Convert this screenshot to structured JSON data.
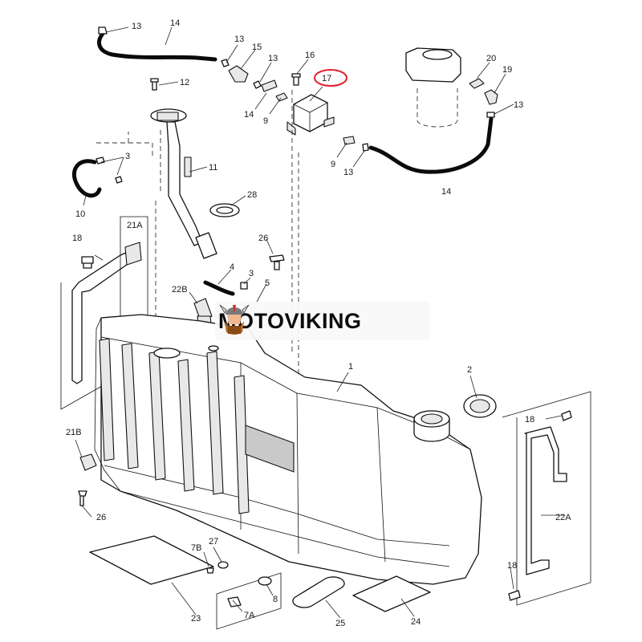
{
  "watermark": {
    "text": "MOTOVIKING"
  },
  "highlight_color": "#e0202a",
  "callouts": {
    "c13a": "13",
    "c14a": "14",
    "c13b": "13",
    "c15": "15",
    "c13c": "13",
    "c16": "16",
    "c17": "17",
    "c20": "20",
    "c19": "19",
    "c13d": "13",
    "c12": "12",
    "c14b": "14",
    "c9a": "9",
    "c9b": "9",
    "c13e": "13",
    "c14c": "14",
    "c3a": "3",
    "c11": "11",
    "c10": "10",
    "c28": "28",
    "c21a": "21A",
    "c18a": "18",
    "c26a": "26",
    "c4": "4",
    "c3b": "3",
    "c5": "5",
    "c22b": "22B",
    "c1": "1",
    "c2": "2",
    "c21b": "21B",
    "c18b": "18",
    "c26b": "26",
    "c22a": "22A",
    "c7b": "7B",
    "c27": "27",
    "c8": "8",
    "c7a": "7A",
    "c23": "23",
    "c25": "25",
    "c24": "24",
    "c18c": "18"
  }
}
